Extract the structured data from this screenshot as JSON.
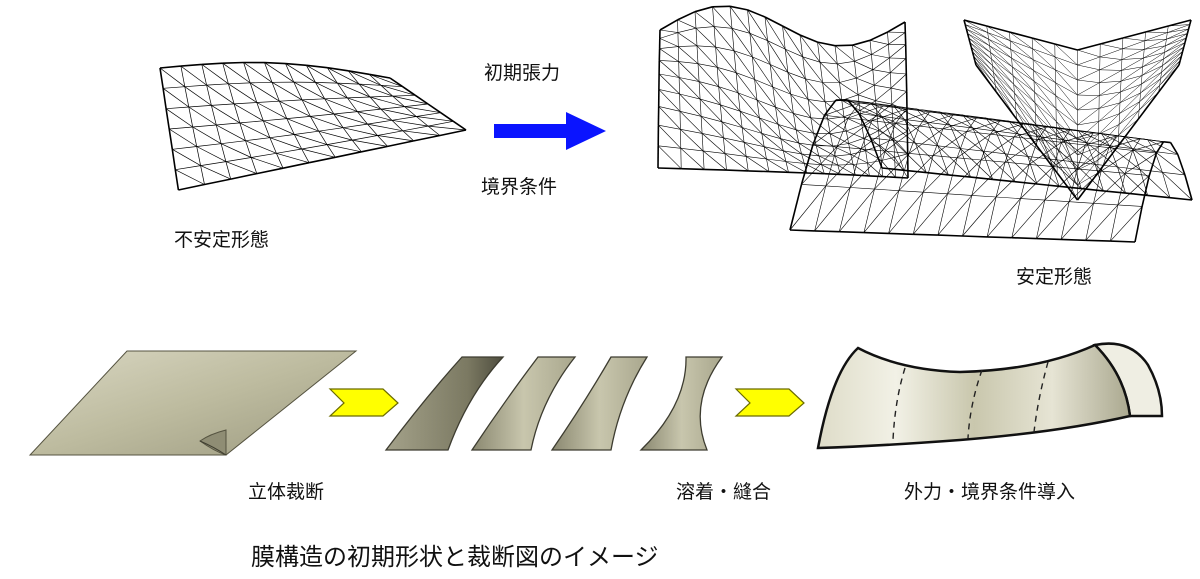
{
  "labels": {
    "unstable": "不安定形態",
    "initial_tension": "初期張力",
    "boundary": "境界条件",
    "stable": "安定形態",
    "cutting": "立体裁断",
    "welding": "溶着・縫合",
    "external": "外力・境界条件導入",
    "caption": "膜構造の初期形状と裁断図のイメージ"
  },
  "colors": {
    "flow_arrow": "#0a14ff",
    "step_arrow": "#ffff00",
    "membrane": "#bdbb9f",
    "membrane_dark": "#7d7b62",
    "mesh_line": "#000000"
  },
  "icons": {
    "flow_arrow": "arrow-right",
    "step_arrow": "chevron-arrow-right"
  }
}
